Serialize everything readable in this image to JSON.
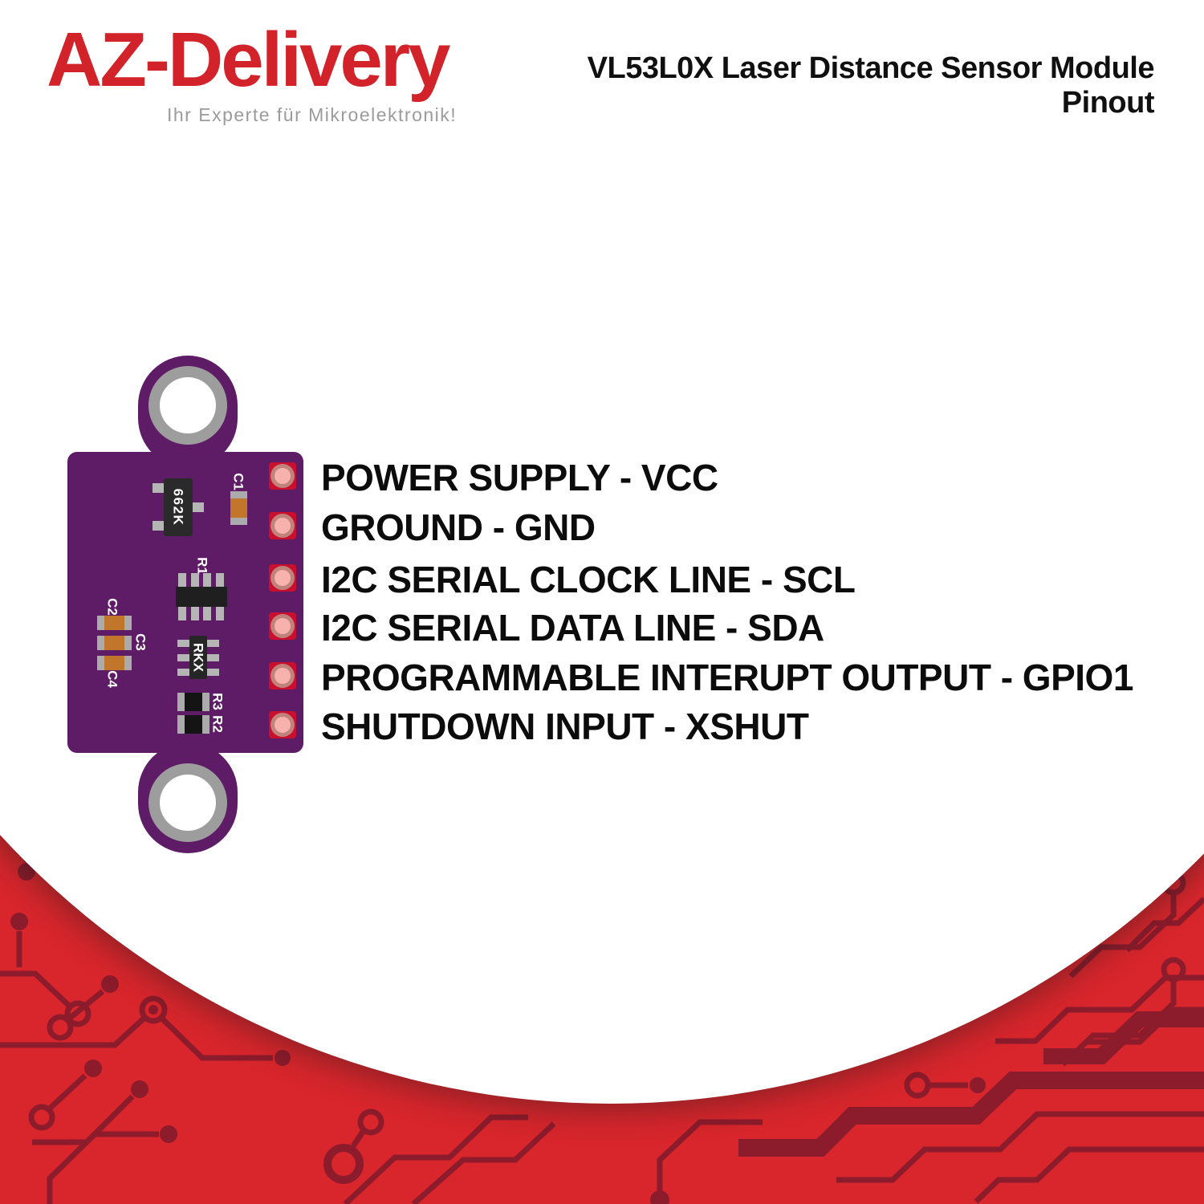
{
  "header": {
    "brand": "AZ-Delivery",
    "tagline": "Ihr Experte für Mikroelektronik!",
    "title": "VL53L0X Laser Distance Sensor Module",
    "subtitle": "Pinout"
  },
  "pins": [
    "POWER SUPPLY - VCC",
    "GROUND - GND",
    "I2C SERIAL CLOCK LINE - SCL",
    "I2C SERIAL DATA LINE - SDA",
    "PROGRAMMABLE INTERUPT OUTPUT - GPIO1",
    "SHUTDOWN INPUT - XSHUT"
  ],
  "board": {
    "silkscreen": {
      "u1": "662K",
      "c1": "C1",
      "r1": "R1",
      "c2": "C2",
      "c3": "C3",
      "c4": "C4",
      "u2": "RKX",
      "r3": "R3",
      "r2": "R2"
    }
  },
  "colors": {
    "brand_red": "#d2232a",
    "tagline_gray": "#9b9b9b",
    "text_black": "#0c0c0c",
    "background_red": "#d8262c",
    "trace_maroon": "#8c1b2b",
    "pcb_purple": "#5e1c66",
    "pad_red": "#ca0f2e",
    "pad_ring_rose": "#c0837b",
    "pad_pink": "#f8b2ae",
    "hole_gray": "#9d9d9d",
    "component_black": "#262626",
    "lead_gray": "#b5b5b5",
    "capacitor_orange": "#c1762c"
  }
}
